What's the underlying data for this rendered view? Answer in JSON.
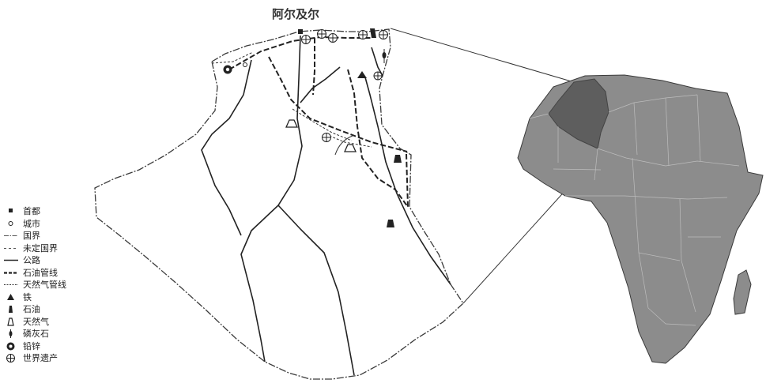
{
  "map": {
    "title": "阿尔及尔",
    "legend": [
      {
        "icon": "capital-icon",
        "label": "首都"
      },
      {
        "icon": "city-icon",
        "label": "城市"
      },
      {
        "icon": "border-icon",
        "label": "国界"
      },
      {
        "icon": "undefined-border-icon",
        "label": "未定国界"
      },
      {
        "icon": "road-icon",
        "label": "公路"
      },
      {
        "icon": "oil-pipeline-icon",
        "label": "石油管线"
      },
      {
        "icon": "gas-pipeline-icon",
        "label": "天然气管线"
      },
      {
        "icon": "iron-icon",
        "label": "铁"
      },
      {
        "icon": "oil-icon",
        "label": "石油"
      },
      {
        "icon": "natural-gas-icon",
        "label": "天然气"
      },
      {
        "icon": "phosphate-icon",
        "label": "磷灰石"
      },
      {
        "icon": "lead-zinc-icon",
        "label": "铅锌"
      },
      {
        "icon": "world-heritage-icon",
        "label": "世界遗产"
      }
    ],
    "colors": {
      "africa_fill": "#8c8c8c",
      "highlight_fill": "#5e5e5e",
      "line": "#222222"
    }
  }
}
